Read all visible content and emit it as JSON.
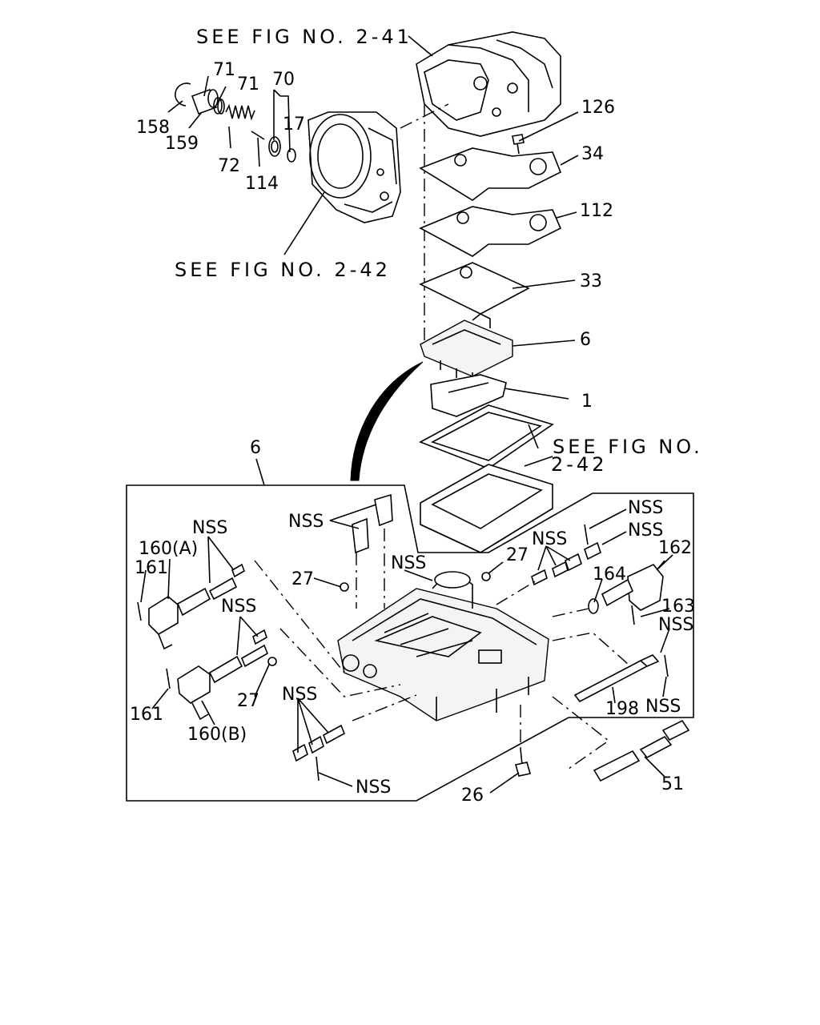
{
  "callouts": {
    "fig_2_41": "SEE FIG NO. 2-41",
    "fig_2_42_top": "SEE FIG NO. 2-42",
    "fig_2_42_right_a": "SEE FIG NO.",
    "fig_2_42_right_b": "2-42",
    "p71a": "71",
    "p71b": "71",
    "p70": "70",
    "p17": "17",
    "p158": "158",
    "p159": "159",
    "p72": "72",
    "p114": "114",
    "p126": "126",
    "p34": "34",
    "p112": "112",
    "p33": "33",
    "p6_top": "6",
    "p1": "1",
    "p6_box": "6",
    "nss_clip": "NSS",
    "nss_upper_right_a": "NSS",
    "nss_upper_right_b": "NSS",
    "p162": "162",
    "p164": "164",
    "p163": "163",
    "nss_right_mid": "NSS",
    "nss_right_low": "NSS",
    "nss_valve_top": "NSS",
    "p27_center": "27",
    "p27_left": "27",
    "p27_lower": "27",
    "nss_upper_mid": "NSS",
    "nss_left_a": "NSS",
    "p160a": "160(A)",
    "p161a": "161",
    "nss_left_b": "NSS",
    "p161b": "161",
    "p160b": "160(B)",
    "nss_bottom": "NSS",
    "nss_bottom_group": "NSS",
    "p198": "198",
    "p26": "26",
    "p51": "51"
  }
}
